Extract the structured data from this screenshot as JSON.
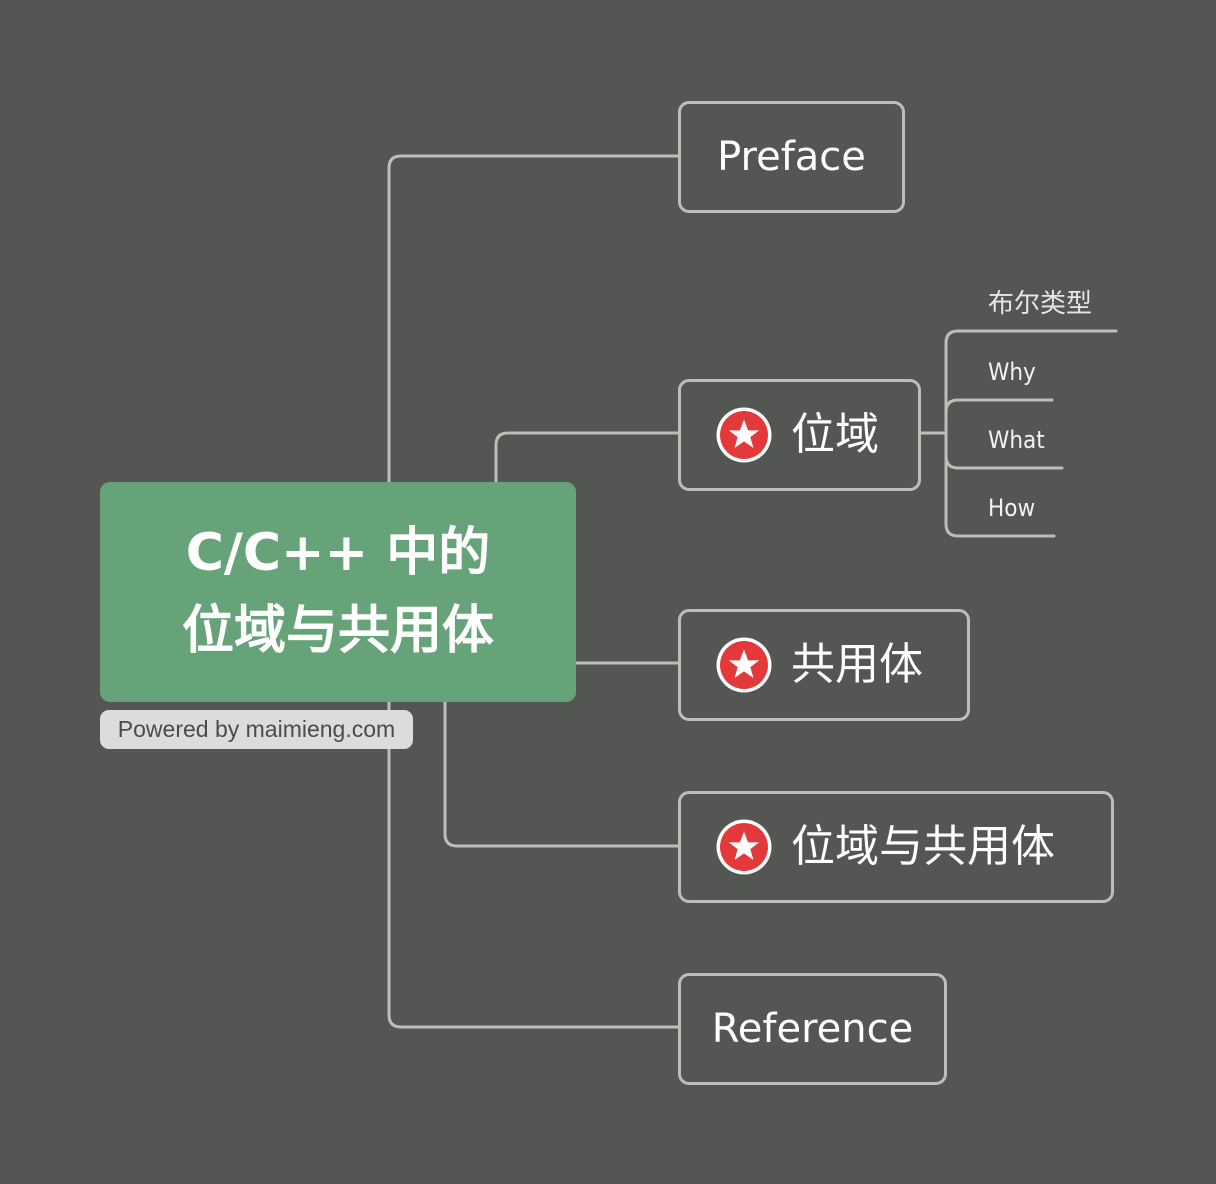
{
  "colors": {
    "background": "#545653",
    "root_fill": "#66a379",
    "line": "#bdbdb9",
    "star_badge": "#e3393b"
  },
  "root": {
    "line1": "C/C++ 中的",
    "line2": "位域与共用体"
  },
  "watermark": "Powered by maimieng.com",
  "topics": {
    "preface": {
      "label": "Preface"
    },
    "bitfield": {
      "label": "位域",
      "icon": "star-badge-icon"
    },
    "union": {
      "label": "共用体",
      "icon": "star-badge-icon"
    },
    "bitfield_union": {
      "label": "位域与共用体",
      "icon": "star-badge-icon"
    },
    "reference": {
      "label": "Reference"
    }
  },
  "bitfield_children": [
    "布尔类型",
    "Why",
    "What",
    "How"
  ]
}
